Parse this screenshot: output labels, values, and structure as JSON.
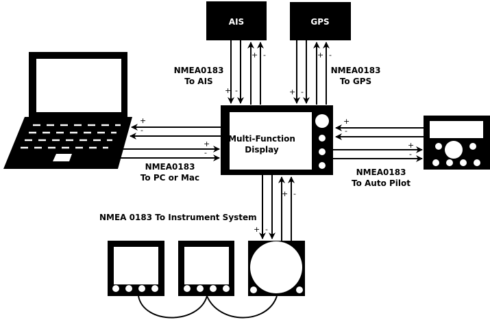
{
  "devices": {
    "ais": "AIS",
    "gps": "GPS",
    "mfd_line1": "Multi-Function",
    "mfd_line2": "Display",
    "laptop": "laptop",
    "autopilot": "autopilot",
    "instruments": [
      "instrument-1",
      "instrument-2",
      "instrument-3"
    ]
  },
  "labels": {
    "ais_line1": "NMEA0183",
    "ais_line2": "To AIS",
    "gps_line1": "NMEA0183",
    "gps_line2": "To GPS",
    "pc_line1": "NMEA0183",
    "pc_line2": "To PC or Mac",
    "ap_line1": "NMEA0183",
    "ap_line2": "To Auto Pilot",
    "instrument": "NMEA 0183 To Instrument System"
  },
  "polarity": {
    "plus": "+",
    "minus": "-"
  },
  "colors": {
    "ink": "#000000",
    "paper": "#ffffff"
  }
}
